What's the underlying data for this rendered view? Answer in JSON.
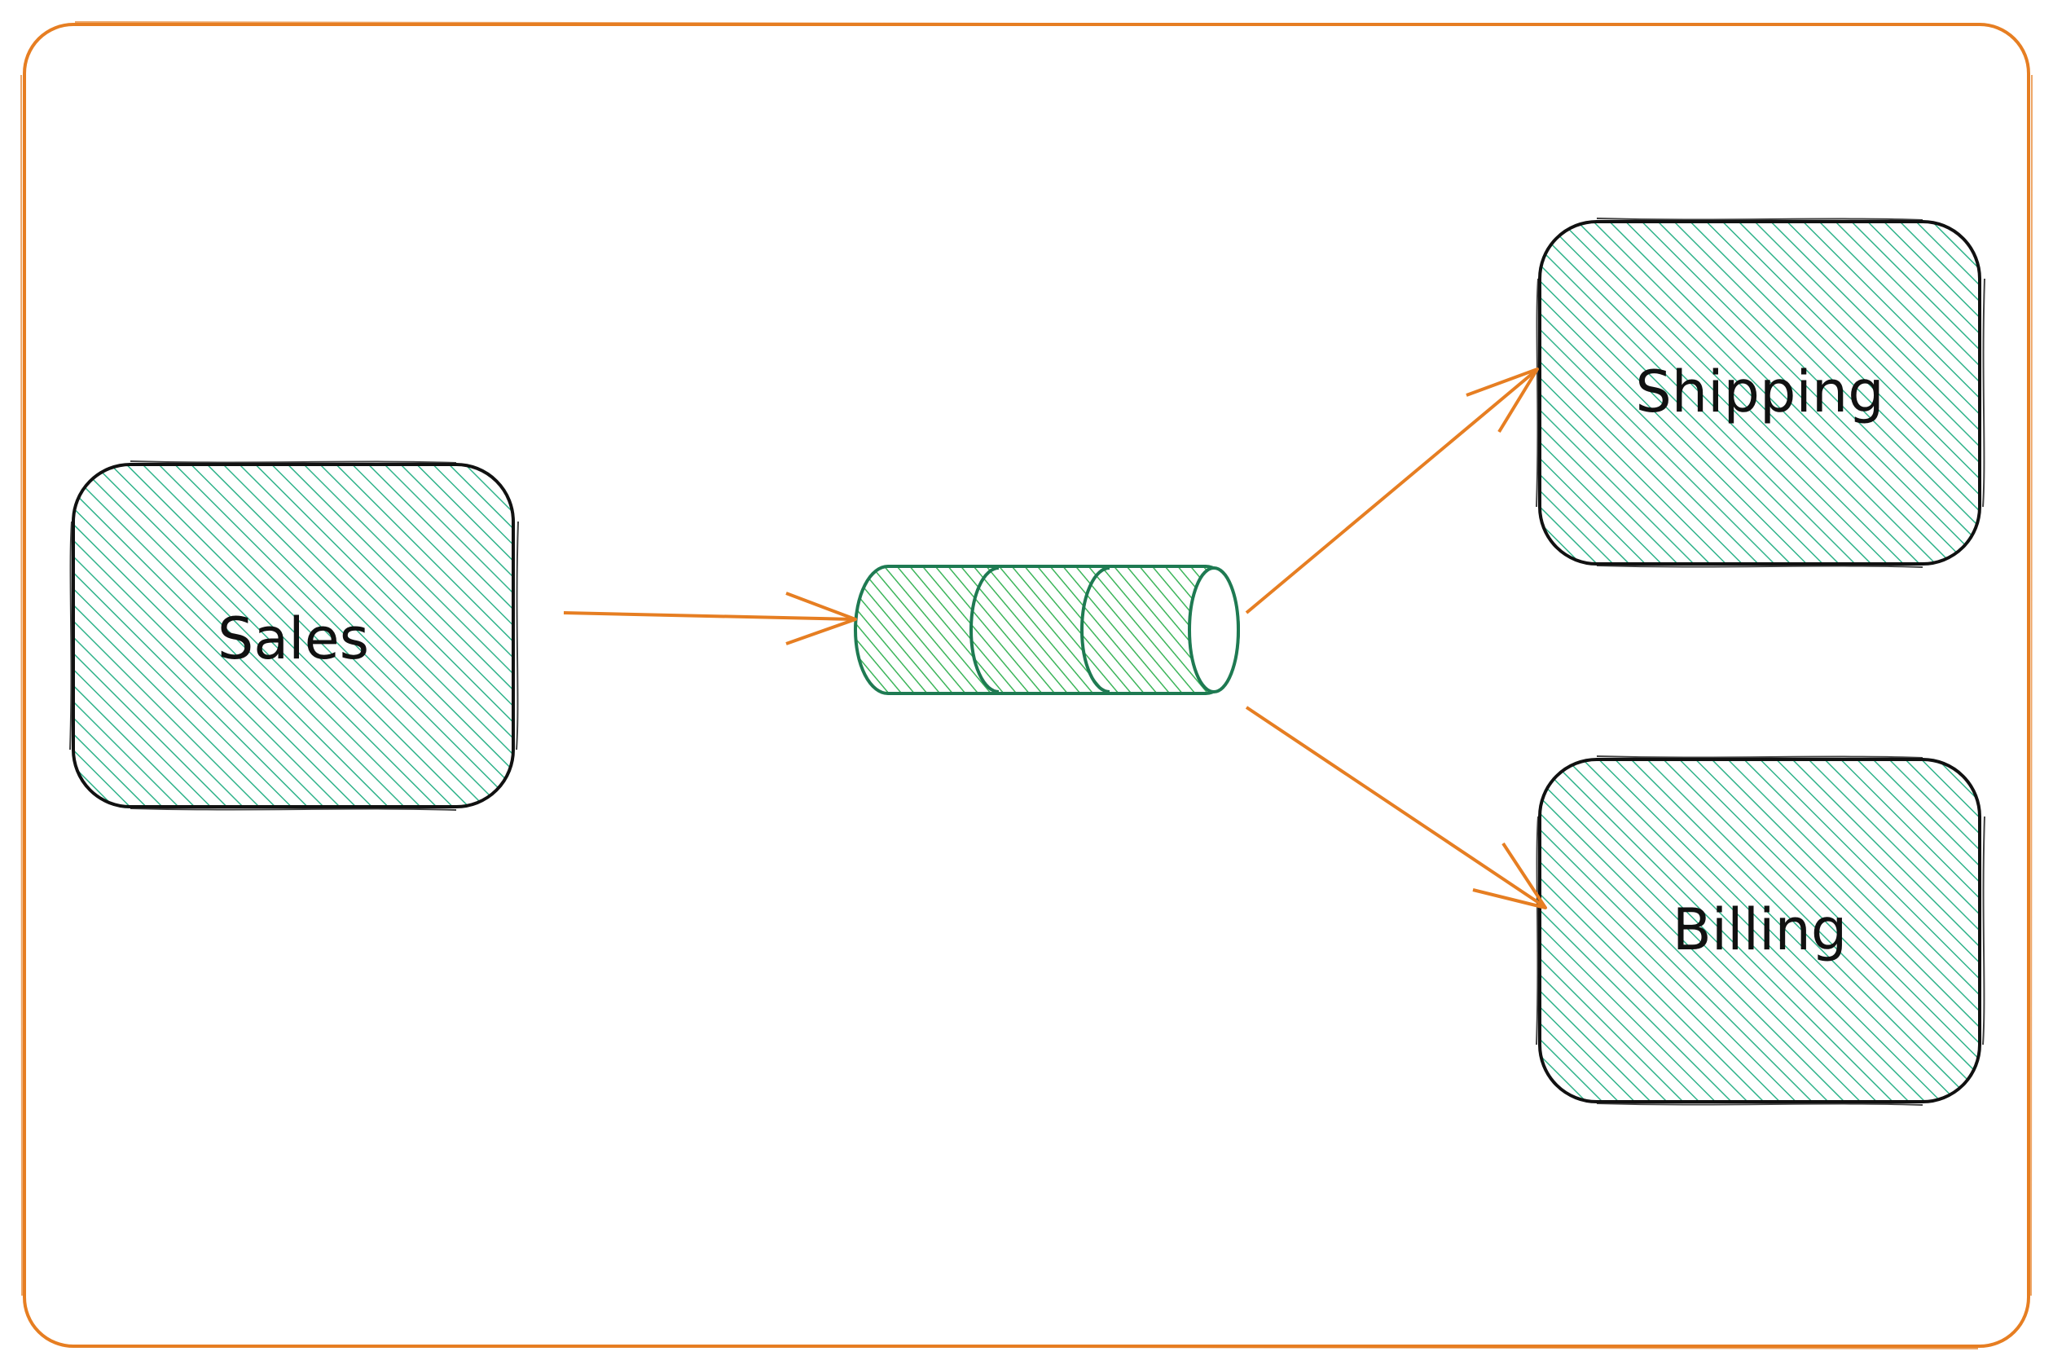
{
  "diagram": {
    "nodes": {
      "sales": {
        "label": "Sales"
      },
      "shipping": {
        "label": "Shipping"
      },
      "billing": {
        "label": "Billing"
      },
      "queue": {
        "label": ""
      }
    },
    "edges": [
      {
        "from": "sales",
        "to": "queue"
      },
      {
        "from": "queue",
        "to": "shipping"
      },
      {
        "from": "queue",
        "to": "billing"
      }
    ]
  },
  "colors": {
    "frame": "#e67e22",
    "arrow": "#e67e22",
    "box_fill": "#2fb38a",
    "box_stroke": "#111111",
    "queue_fill": "#3cb55a",
    "queue_stroke": "#1e7a52"
  }
}
